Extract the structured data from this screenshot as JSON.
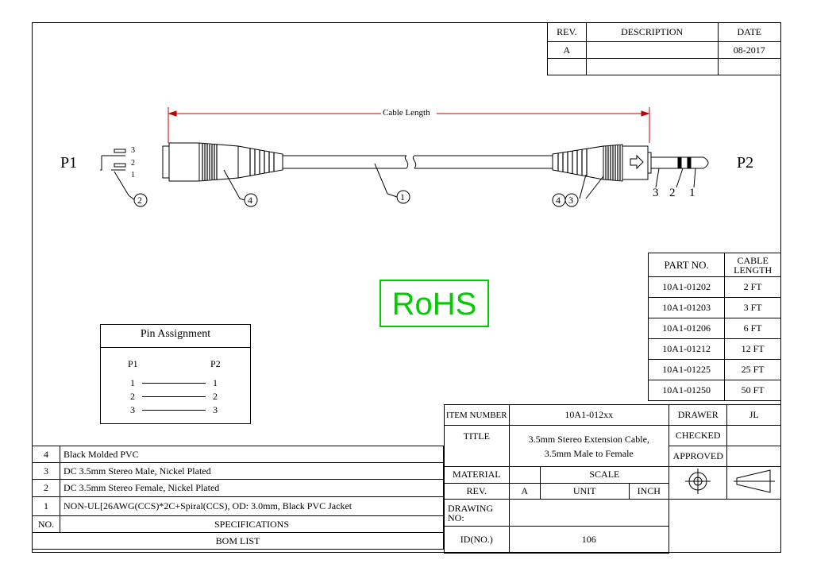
{
  "revision_block": {
    "headers": {
      "rev": "REV.",
      "description": "DESCRIPTION",
      "date": "DATE"
    },
    "rows": [
      {
        "rev": "A",
        "description": "",
        "date": "08-2017"
      }
    ]
  },
  "drawing": {
    "cable_length_label": "Cable Length",
    "p1_label": "P1",
    "p2_label": "P2",
    "p1_pins": [
      "3",
      "2",
      "1"
    ],
    "p2_pins": [
      "3",
      "2",
      "1"
    ],
    "balloons": [
      "2",
      "4",
      "1",
      "4",
      "3"
    ]
  },
  "rohs_label": "RoHS",
  "pin_assignment": {
    "title": "Pin Assignment",
    "col_p1": "P1",
    "col_p2": "P2",
    "rows": [
      {
        "p1": "1",
        "p2": "1"
      },
      {
        "p1": "2",
        "p2": "2"
      },
      {
        "p1": "3",
        "p2": "3"
      }
    ]
  },
  "part_table": {
    "header_part": "PART NO.",
    "header_length_1": "CABLE",
    "header_length_2": "LENGTH",
    "rows": [
      {
        "part": "10A1-01202",
        "length": "2 FT"
      },
      {
        "part": "10A1-01203",
        "length": "3 FT"
      },
      {
        "part": "10A1-01206",
        "length": "6 FT"
      },
      {
        "part": "10A1-01212",
        "length": "12 FT"
      },
      {
        "part": "10A1-01225",
        "length": "25 FT"
      },
      {
        "part": "10A1-01250",
        "length": "50 FT"
      }
    ]
  },
  "title_block": {
    "item_number_label": "ITEM NUMBER",
    "item_number": "10A1-012xx",
    "drawer_label": "DRAWER",
    "drawer": "JL",
    "title_label": "TITLE",
    "title_line1": "3.5mm Stereo Extension Cable,",
    "title_line2": "3.5mm Male to Female",
    "checked_label": "CHECKED",
    "approved_label": "APPROVED",
    "material_label": "MATERIAL",
    "scale_label": "SCALE",
    "rev_label": "REV.",
    "rev": "A",
    "unit_label": "UNIT",
    "unit": "INCH",
    "drawing_no_label_1": "DRAWING",
    "drawing_no_label_2": "NO:",
    "id_label": "ID(NO.)",
    "id": "106"
  },
  "bom": {
    "rows": [
      {
        "no": "4",
        "spec": "Black Molded PVC"
      },
      {
        "no": "3",
        "spec": "DC 3.5mm Stereo Male,  Nickel Plated"
      },
      {
        "no": "2",
        "spec": "DC 3.5mm Stereo Female,  Nickel Plated"
      },
      {
        "no": "1",
        "spec": "NON-UL[26AWG(CCS)*2C+Spiral(CCS), OD: 3.0mm, Black PVC Jacket"
      }
    ],
    "no_header": "NO.",
    "spec_header": "SPECIFICATIONS",
    "footer": "BOM LIST"
  }
}
